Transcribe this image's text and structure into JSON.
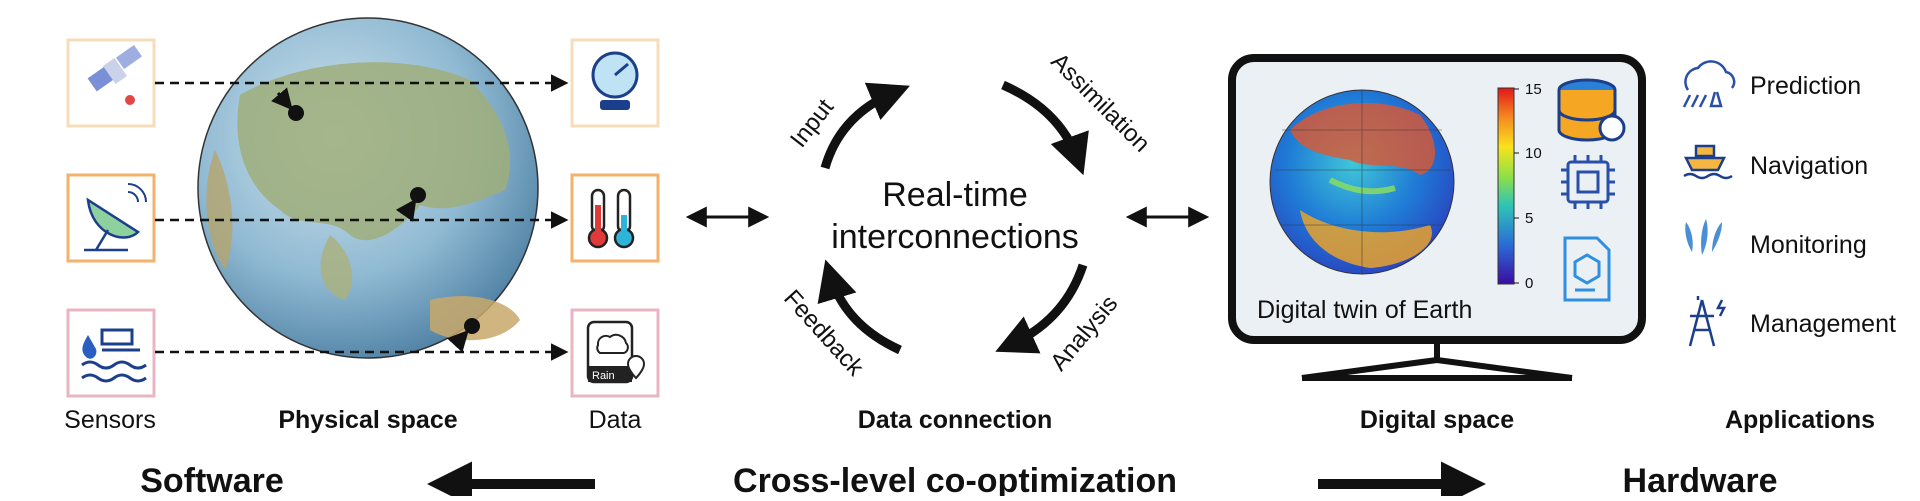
{
  "physical": {
    "sensors_label": "Sensors",
    "space_label": "Physical space",
    "data_label": "Data",
    "rain_label": "Rain"
  },
  "connection": {
    "input": "Input",
    "assimilation": "Assimilation",
    "analysis": "Analysis",
    "feedback": "Feedback",
    "center_line1": "Real-time",
    "center_line2": "interconnections",
    "label": "Data connection"
  },
  "digital": {
    "twin_label": "Digital twin of Earth",
    "space_label": "Digital space",
    "colorbar_ticks": [
      "15",
      "10",
      "5",
      "0"
    ]
  },
  "applications": {
    "items": [
      "Prediction",
      "Navigation",
      "Monitoring",
      "Management"
    ],
    "label": "Applications"
  },
  "bottom": {
    "software": "Software",
    "center": "Cross-level co-optimization",
    "hardware": "Hardware"
  },
  "colors": {
    "sensor_box_top": "#f6dcb8",
    "sensor_box_mid": "#f3b26c",
    "sensor_box_bot": "#e9b5c3",
    "icon_blue": "#1c3f8c",
    "app_blue": "#2a4fa8",
    "monitor_screen": "#eaf0f3"
  }
}
